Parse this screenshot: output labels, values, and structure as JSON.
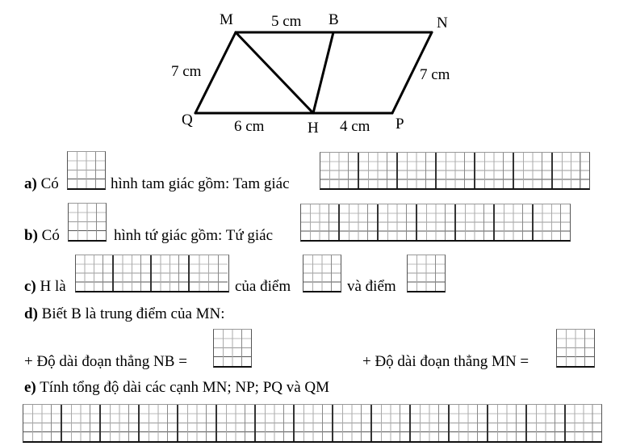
{
  "diagram": {
    "points": {
      "M": "M",
      "B": "B",
      "N": "N",
      "Q": "Q",
      "H": "H",
      "P": "P"
    },
    "lengths": {
      "MB": "5 cm",
      "MQ": "7 cm",
      "NP": "7 cm",
      "QH": "6 cm",
      "HP": "4 cm"
    }
  },
  "questions": {
    "a": {
      "label": "a)",
      "prefix": "Có",
      "middle": "hình tam giác gồm: Tam giác",
      "count_box_cells": 1,
      "answer_box_cells": 7
    },
    "b": {
      "label": "b)",
      "prefix": "Có",
      "middle": "hình tứ giác gồm: Tứ giác",
      "count_box_cells": 1,
      "answer_box_cells": 7
    },
    "c": {
      "label": "c)",
      "prefix": "H là",
      "middle1": "của điểm",
      "middle2": "và điểm",
      "answer_box_cells": 4
    },
    "d": {
      "label": "d)",
      "text": "Biết B là trung điểm của MN:",
      "nb_text": "+ Độ dài đoạn thẳng NB =",
      "mn_text": "+ Độ dài đoạn thẳng MN ="
    },
    "e": {
      "label": "e)",
      "text": "Tính tổng độ dài các cạnh MN; NP; PQ và QM",
      "answer_box_cells": 15
    }
  }
}
